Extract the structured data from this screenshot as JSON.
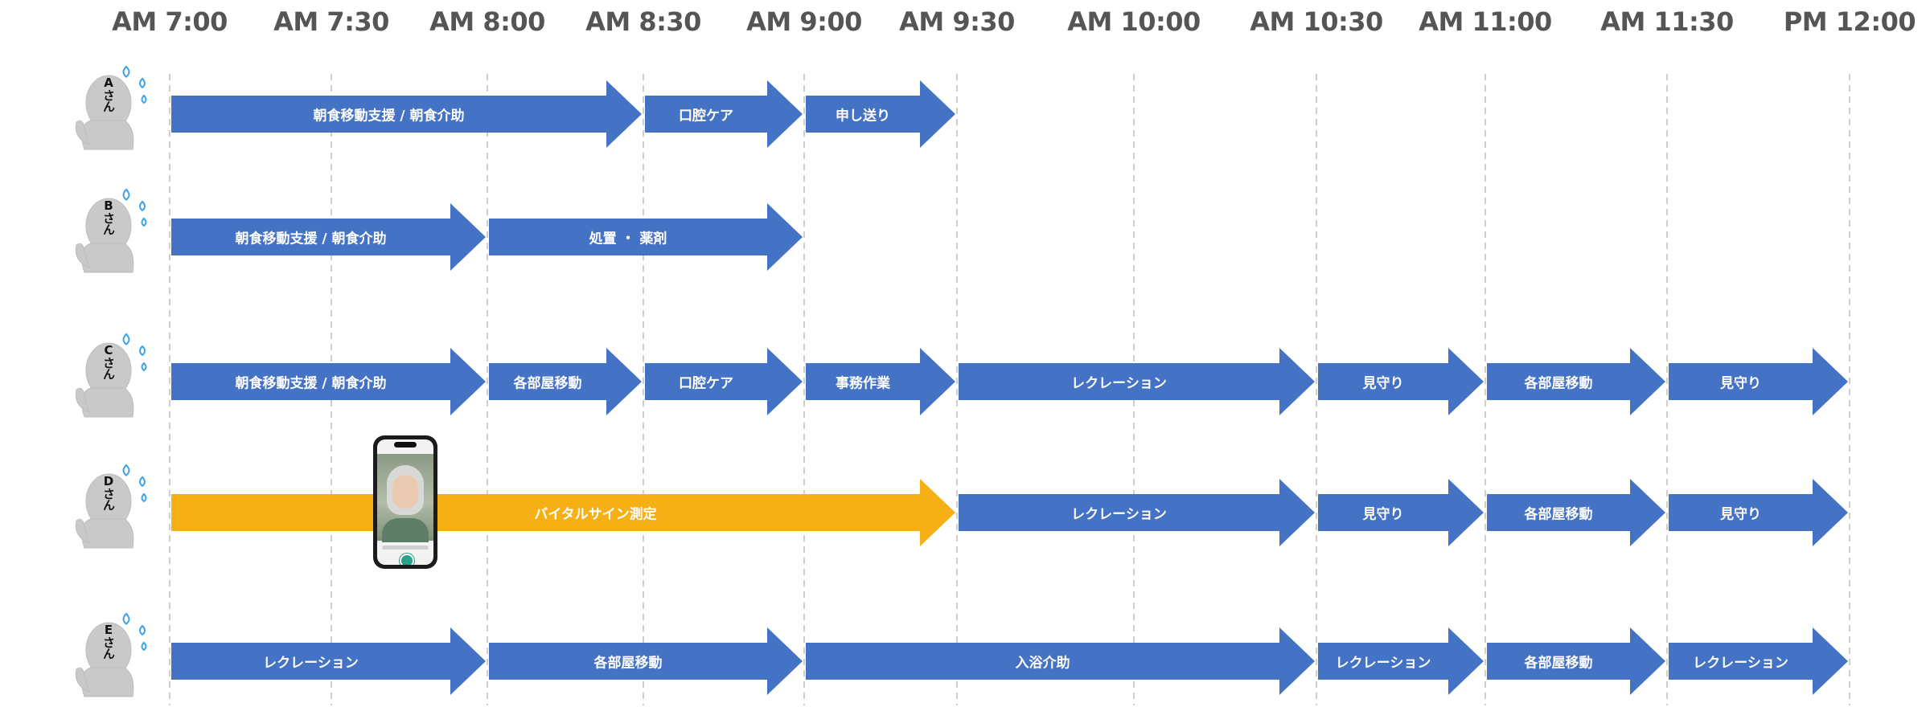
{
  "times": [
    "AM 7:00",
    "AM 7:30",
    "AM 8:00",
    "AM 8:30",
    "AM 9:00",
    "AM 9:30",
    "AM 10:00",
    "AM 10:30",
    "AM 11:00",
    "AM 11:30",
    "PM 12:00"
  ],
  "colors": {
    "task": "#4472C4",
    "highlight": "#F6B015",
    "grid": "#bdbdbd",
    "label": "#555555"
  },
  "rows": [
    {
      "name": "Aさん",
      "tasks": [
        {
          "label": "朝食移動支援 / 朝食介助",
          "start": 0,
          "end": 3
        },
        {
          "label": "口腔ケア",
          "start": 3,
          "end": 4
        },
        {
          "label": "申し送り",
          "start": 4,
          "end": 5
        }
      ]
    },
    {
      "name": "Bさん",
      "tasks": [
        {
          "label": "朝食移動支援 / 朝食介助",
          "start": 0,
          "end": 2
        },
        {
          "label": "処置 ・ 薬剤",
          "start": 2,
          "end": 4
        }
      ]
    },
    {
      "name": "Cさん",
      "tasks": [
        {
          "label": "朝食移動支援 / 朝食介助",
          "start": 0,
          "end": 2
        },
        {
          "label": "各部屋移動",
          "start": 2,
          "end": 3
        },
        {
          "label": "口腔ケア",
          "start": 3,
          "end": 4
        },
        {
          "label": "事務作業",
          "start": 4,
          "end": 5
        },
        {
          "label": "レクレーション",
          "start": 5,
          "end": 7
        },
        {
          "label": "見守り",
          "start": 7,
          "end": 8
        },
        {
          "label": "各部屋移動",
          "start": 8,
          "end": 9
        },
        {
          "label": "見守り",
          "start": 9,
          "end": 10
        }
      ]
    },
    {
      "name": "Dさん",
      "tasks": [
        {
          "label": "バイタルサイン測定",
          "start": 0,
          "end": 5,
          "highlight": true
        },
        {
          "label": "レクレーション",
          "start": 5,
          "end": 7
        },
        {
          "label": "見守り",
          "start": 7,
          "end": 8
        },
        {
          "label": "各部屋移動",
          "start": 8,
          "end": 9
        },
        {
          "label": "見守り",
          "start": 9,
          "end": 10
        }
      ]
    },
    {
      "name": "Eさん",
      "tasks": [
        {
          "label": "レクレーション",
          "start": 0,
          "end": 2
        },
        {
          "label": "各部屋移動",
          "start": 2,
          "end": 4
        },
        {
          "label": "入浴介助",
          "start": 4,
          "end": 7
        },
        {
          "label": "レクレーション",
          "start": 7,
          "end": 8
        },
        {
          "label": "各部屋移動",
          "start": 8,
          "end": 9
        },
        {
          "label": "レクレーション",
          "start": 9,
          "end": 10
        }
      ]
    }
  ]
}
